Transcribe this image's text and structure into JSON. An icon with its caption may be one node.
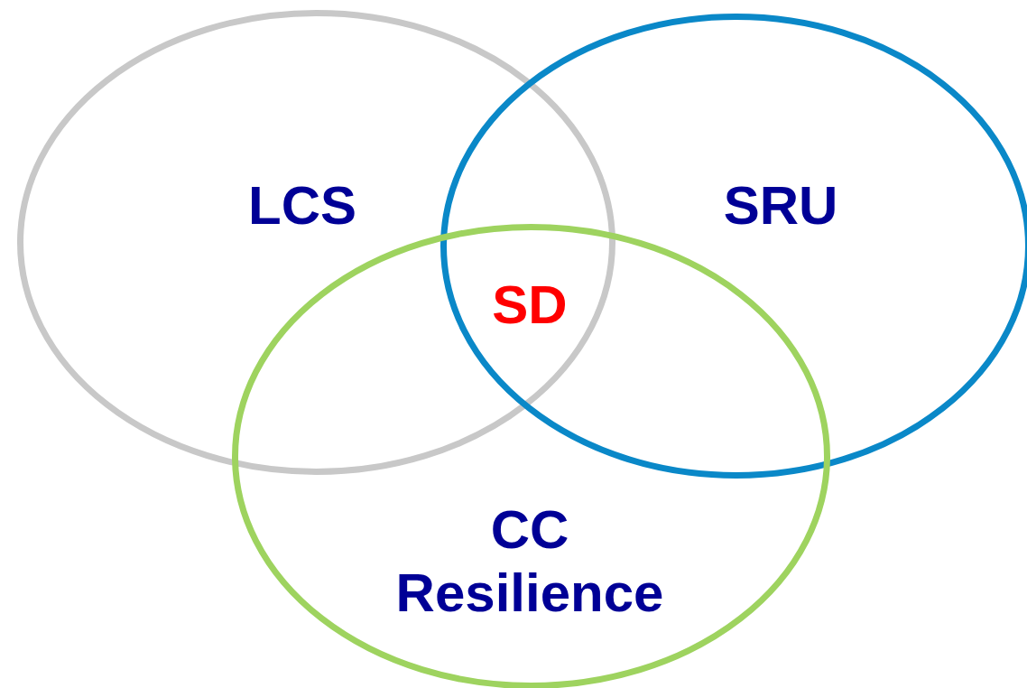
{
  "diagram": {
    "nodes": [
      {
        "text": [
          "LCS"
        ]
      },
      {
        "text": [
          "SRU"
        ]
      },
      {
        "text": [
          "CC Resilience"
        ]
      }
    ],
    "edges": [],
    "labels": [
      "SD"
    ]
  }
}
